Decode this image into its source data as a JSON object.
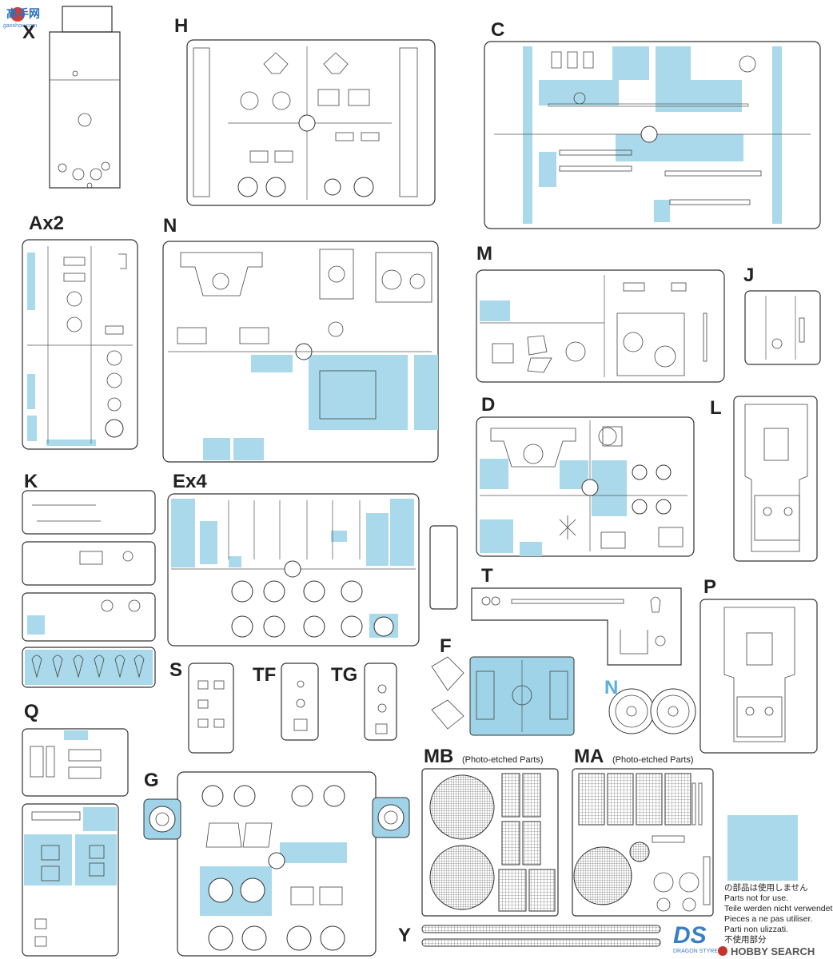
{
  "watermark": {
    "site_logo_text": "高手网",
    "site_url": "gaoshou.com",
    "bottom_credit": "HOBBY SEARCH"
  },
  "sprues": {
    "X": "X",
    "H": "H",
    "C": "C",
    "Ax2": "Ax2",
    "N": "N",
    "M": "M",
    "J": "J",
    "D": "D",
    "L": "L",
    "K": "K",
    "Ex4": "Ex4",
    "T": "T",
    "P": "P",
    "F": "F",
    "N_loose": "N",
    "S": "S",
    "TF": "TF",
    "TG": "TG",
    "Q": "Q",
    "G": "G",
    "MB": "MB",
    "MA": "MA",
    "Y": "Y"
  },
  "photo_etched": {
    "MB_sub": "(Photo-etched Parts)",
    "MA_sub": "(Photo-etched Parts)"
  },
  "legend": {
    "swatch_color": "#a9d9ea",
    "lines": [
      "の部品は使用しません",
      "Parts not for use.",
      "Teile werden nicht verwendet.",
      "Pieces a ne pas utiliser.",
      "Parti non ulizzati.",
      "不使用部分"
    ]
  },
  "brand": {
    "logo": "DS",
    "tagline": "DRAGON STYRENE"
  },
  "colors": {
    "unused_parts": "#a9d9ea",
    "line": "#333333",
    "n_label": "#5aaee0"
  }
}
